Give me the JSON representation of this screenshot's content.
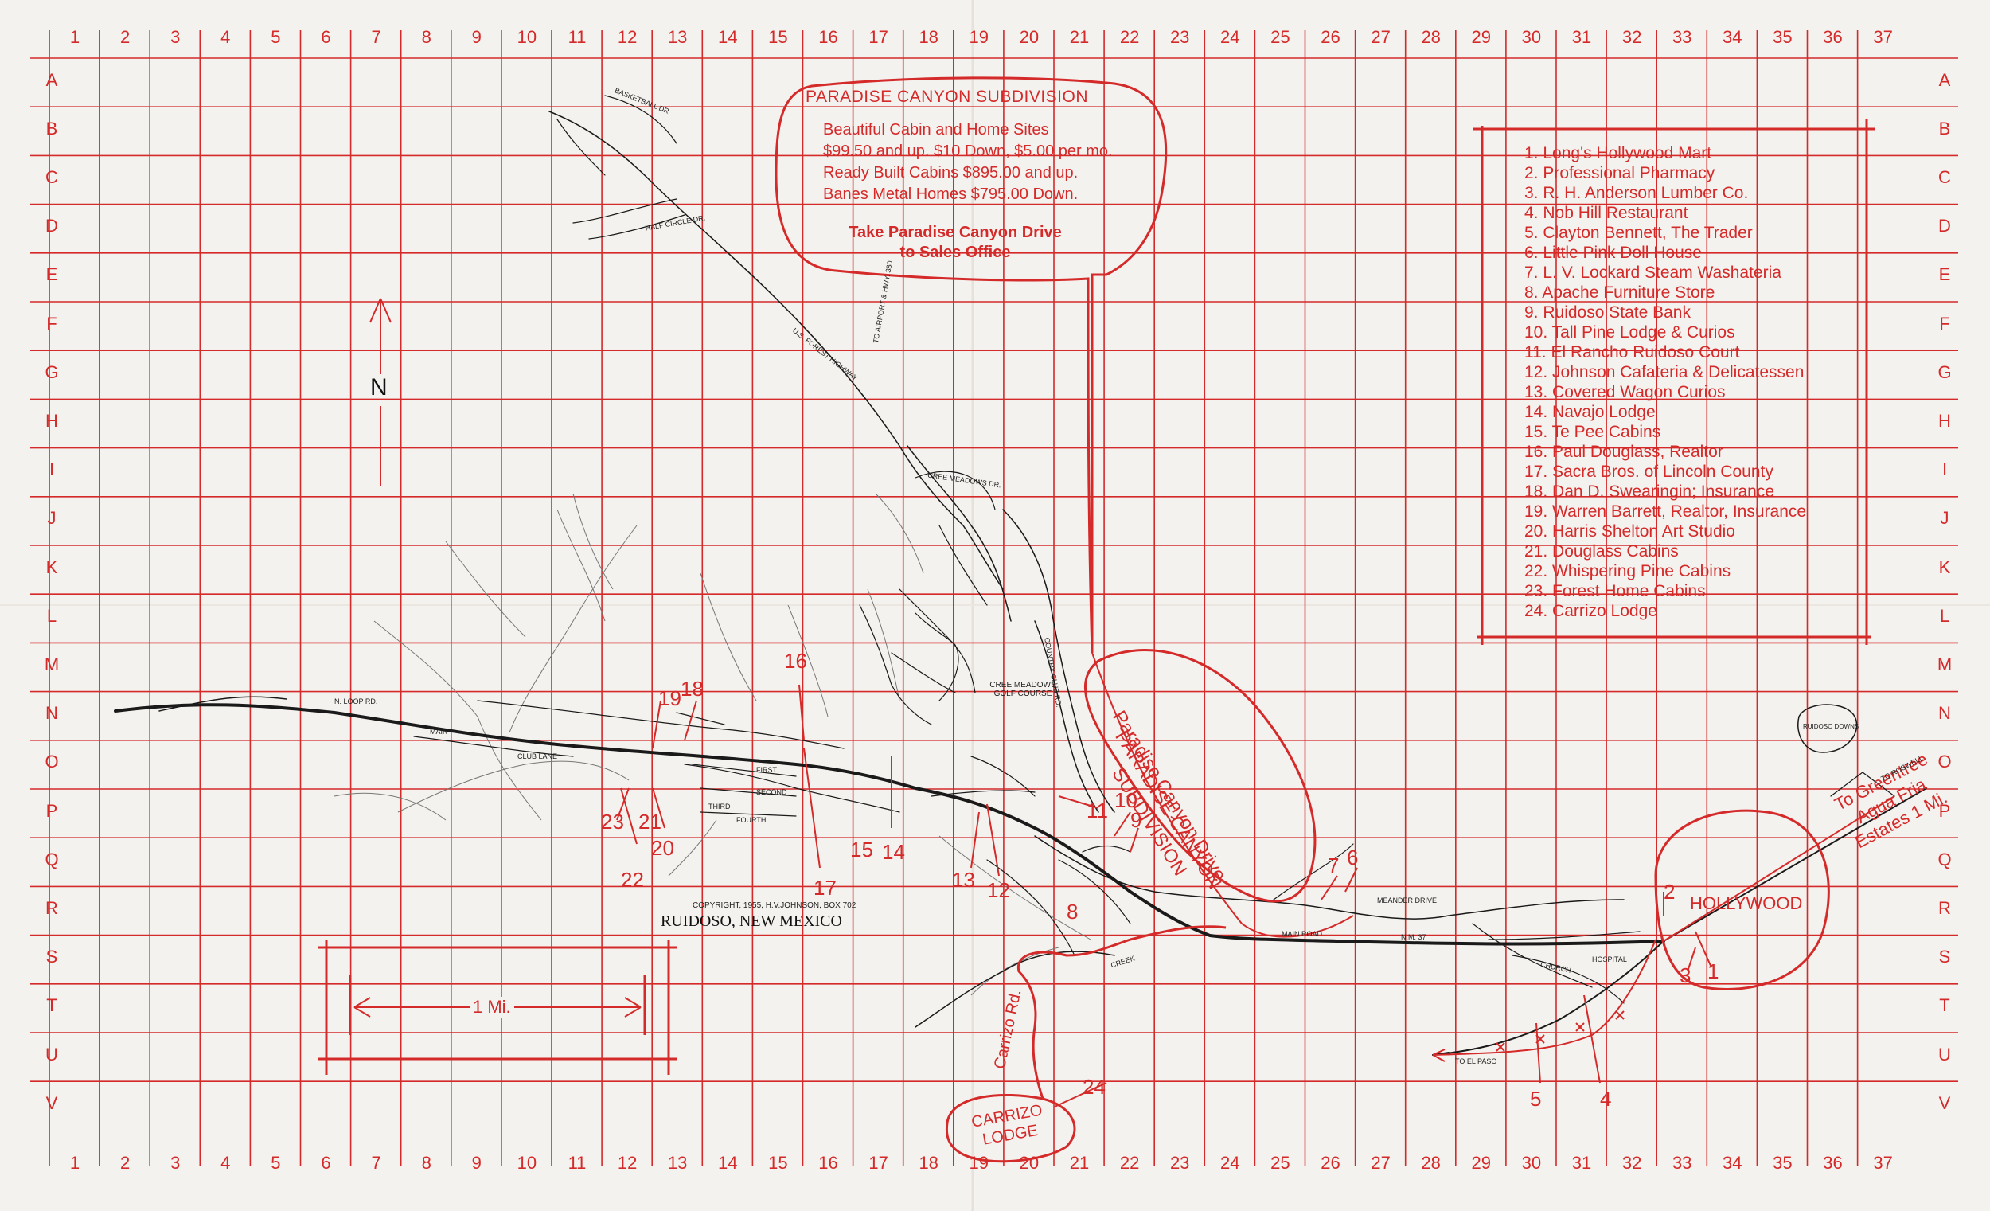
{
  "map": {
    "town_label": "RUIDOSO, NEW MEXICO",
    "copyright": "COPYRIGHT, 1955, H.V.JOHNSON, BOX 702",
    "north_label": "N",
    "scale_label": "1 Mi."
  },
  "grid": {
    "columns": [
      "1",
      "2",
      "3",
      "4",
      "5",
      "6",
      "7",
      "8",
      "9",
      "10",
      "11",
      "12",
      "13",
      "14",
      "15",
      "16",
      "17",
      "18",
      "19",
      "20",
      "21",
      "22",
      "23",
      "24",
      "25",
      "26",
      "27",
      "28",
      "29",
      "30",
      "31",
      "32",
      "33",
      "34",
      "35",
      "36",
      "37"
    ],
    "rows": [
      "A",
      "B",
      "C",
      "D",
      "E",
      "F",
      "G",
      "H",
      "I",
      "J",
      "K",
      "L",
      "M",
      "N",
      "O",
      "P",
      "Q",
      "R",
      "S",
      "T",
      "U",
      "V"
    ]
  },
  "promo_box": {
    "title": "PARADISE CANYON SUBDIVISION",
    "lines": [
      "Beautiful Cabin and Home Sites",
      "$99.50 and up. $10 Down, $5.00 per mo.",
      "Ready Built Cabins $895.00 and up.",
      "Banes Metal Homes $795.00 Down."
    ],
    "directions": [
      "Take Paradise Canyon Drive",
      "to Sales Office"
    ]
  },
  "subdivision_label": [
    "PARADISE CANYON",
    "SUBDIVISION"
  ],
  "drive_label": "Paradise Canyon Drive",
  "hollywood_label": "HOLLYWOOD",
  "greentree_label": [
    "To Greentree",
    "Agua Fria",
    "Estates 1 Mi."
  ],
  "carrizo_lodge_label": [
    "CARRIZO",
    "LODGE"
  ],
  "carrizo_road_label": "Carrizo Rd.",
  "legend": [
    "1. Long's Hollywood Mart",
    "2. Professional Pharmacy",
    "3. R. H. Anderson Lumber Co.",
    "4. Nob Hill Restaurant",
    "5. Clayton Bennett, The Trader",
    "6. Little Pink Doll House",
    "7. L. V. Lockard Steam Washateria",
    "8. Apache Furniture Store",
    "9. Ruidoso State Bank",
    "10. Tall Pine Lodge & Curios",
    "11. El Rancho Ruidoso Court",
    "12. Johnson Cafateria & Delicatessen",
    "13. Covered Wagon Curios",
    "14. Navajo Lodge",
    "15. Te Pee Cabins",
    "16. Paul Douglass, Realtor",
    "17. Sacra Bros. of Lincoln County",
    "18. Dan D. Swearingin; Insurance",
    "19. Warren Barrett, Realtor, Insurance",
    "20. Harris Shelton Art Studio",
    "21. Douglass Cabins",
    "22. Whispering Pine Cabins",
    "23. Forest Home Cabins",
    "24. Carrizo Lodge"
  ],
  "callouts": [
    "1",
    "2",
    "3",
    "4",
    "5",
    "6",
    "7",
    "8",
    "9",
    "10",
    "11",
    "12",
    "13",
    "14",
    "15",
    "16",
    "17",
    "18",
    "19",
    "20",
    "21",
    "22",
    "23",
    "24"
  ],
  "streets": {
    "ruidoso_downs": "RUIDOSO DOWNS",
    "to_roswell": "TO ROSWELL",
    "to_el_paso": "TO EL PASO",
    "nm37": "N.M. 37",
    "main_road": "MAIN ROAD",
    "meander": "MEANDER DRIVE",
    "golf": "CREE MEADOWS GOLF COURSE",
    "country_club": "COUNTRY CLUB RD.",
    "n_loop": "N. LOOP RD.",
    "main": "MAIN",
    "club_lane": "CLUB LANE",
    "basketball": "BASKETBALL DR.",
    "half_circle": "HALF CIRCLE DR.",
    "to_airport": "TO AIRPORT & HWY. 380",
    "us_forest": "U.S. FOREST HIGHWAY",
    "cree_meadows_dr": "CREE MEADOWS DR.",
    "church": "CHURCH",
    "hospital": "HOSPITAL",
    "creek": "CREEK",
    "first": "FIRST",
    "second": "SECOND",
    "third": "THIRD",
    "fourth": "FOURTH"
  },
  "colors": {
    "grid": "#d42a2a",
    "road": "#1a1a1a",
    "paper": "#f4f2ee"
  }
}
